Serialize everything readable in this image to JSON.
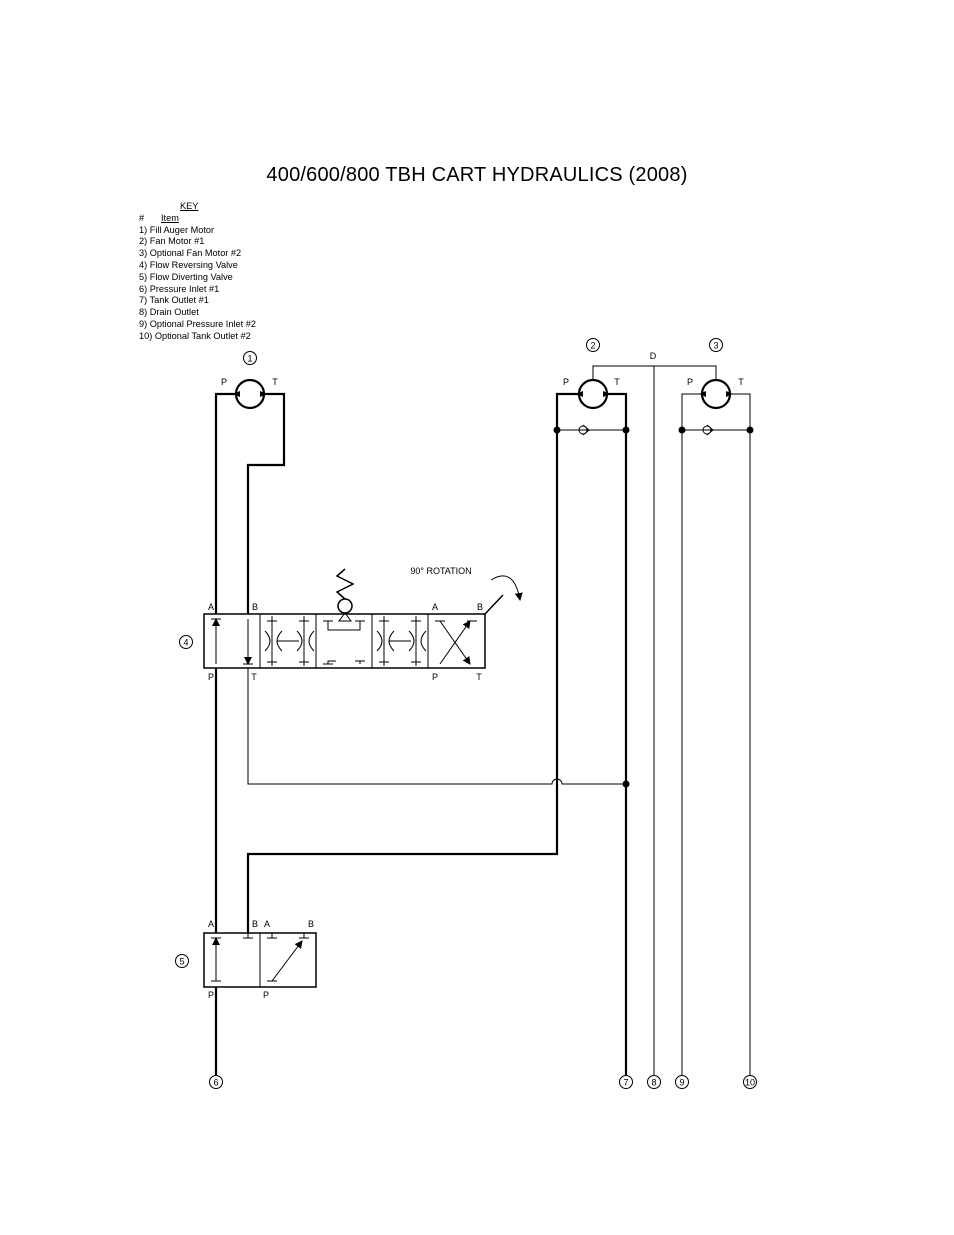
{
  "title": "400/600/800 TBH CART HYDRAULICS (2008)",
  "key": {
    "heading": "KEY",
    "col_number": "#",
    "col_item": "Item",
    "items": [
      "1) Fill Auger Motor",
      "2) Fan Motor #1",
      "3) Optional Fan Motor #2",
      "4) Flow Reversing Valve",
      "5) Flow Diverting Valve",
      "6) Pressure Inlet #1",
      "7) Tank Outlet #1",
      "8) Drain Outlet",
      "9) Optional Pressure Inlet #2",
      "10) Optional Tank Outlet #2"
    ]
  },
  "callouts": [
    "1",
    "2",
    "3",
    "4",
    "5",
    "6",
    "7",
    "8",
    "9",
    "10"
  ],
  "ports": {
    "p": "P",
    "t": "T",
    "a": "A",
    "b": "B",
    "d": "D"
  },
  "annotations": {
    "rotation": "90° ROTATION"
  }
}
